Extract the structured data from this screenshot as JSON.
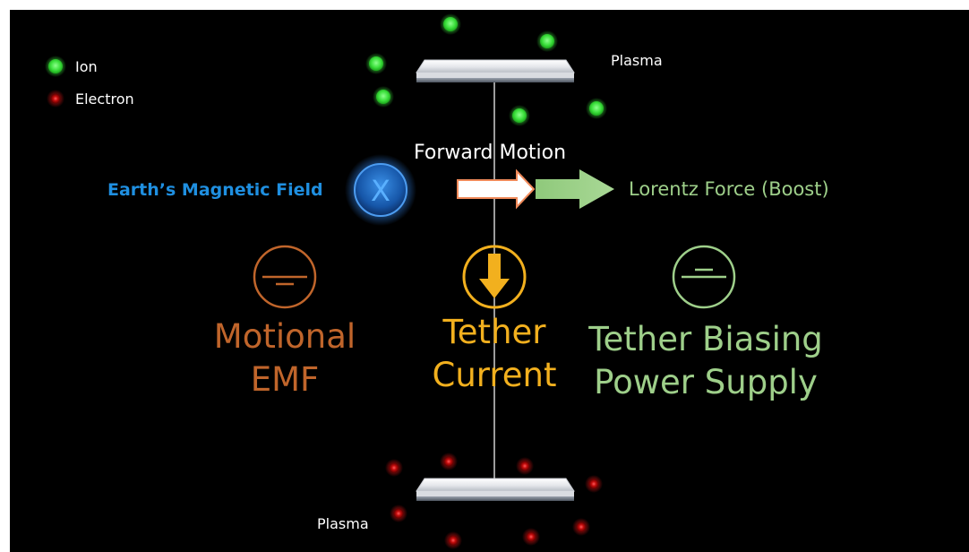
{
  "legend": {
    "ion_label": "Ion",
    "electron_label": "Electron"
  },
  "plasma_top_label": "Plasma",
  "plasma_bottom_label": "Plasma",
  "forward_motion_label": "Forward Motion",
  "magnetic_field_label": "Earth’s Magnetic Field",
  "magnetic_field_symbol": "X",
  "lorentz_label": "Lorentz Force (Boost)",
  "blocks": {
    "motional_emf": {
      "line1": "Motional",
      "line2": "EMF",
      "color": "#c0652b"
    },
    "tether_current": {
      "line1": "Tether",
      "line2": "Current",
      "color": "#f2b01e"
    },
    "power_supply": {
      "line1": "Tether Biasing",
      "line2": "Power Supply",
      "color": "#9ecf8a"
    }
  },
  "colors": {
    "ion": "#3ce03c",
    "electron": "#d21414",
    "field_blue": "#1f8fe0"
  },
  "icons": [
    "ion-icon",
    "electron-icon",
    "ground-symbol-icon",
    "down-arrow-icon",
    "dc-source-icon"
  ]
}
